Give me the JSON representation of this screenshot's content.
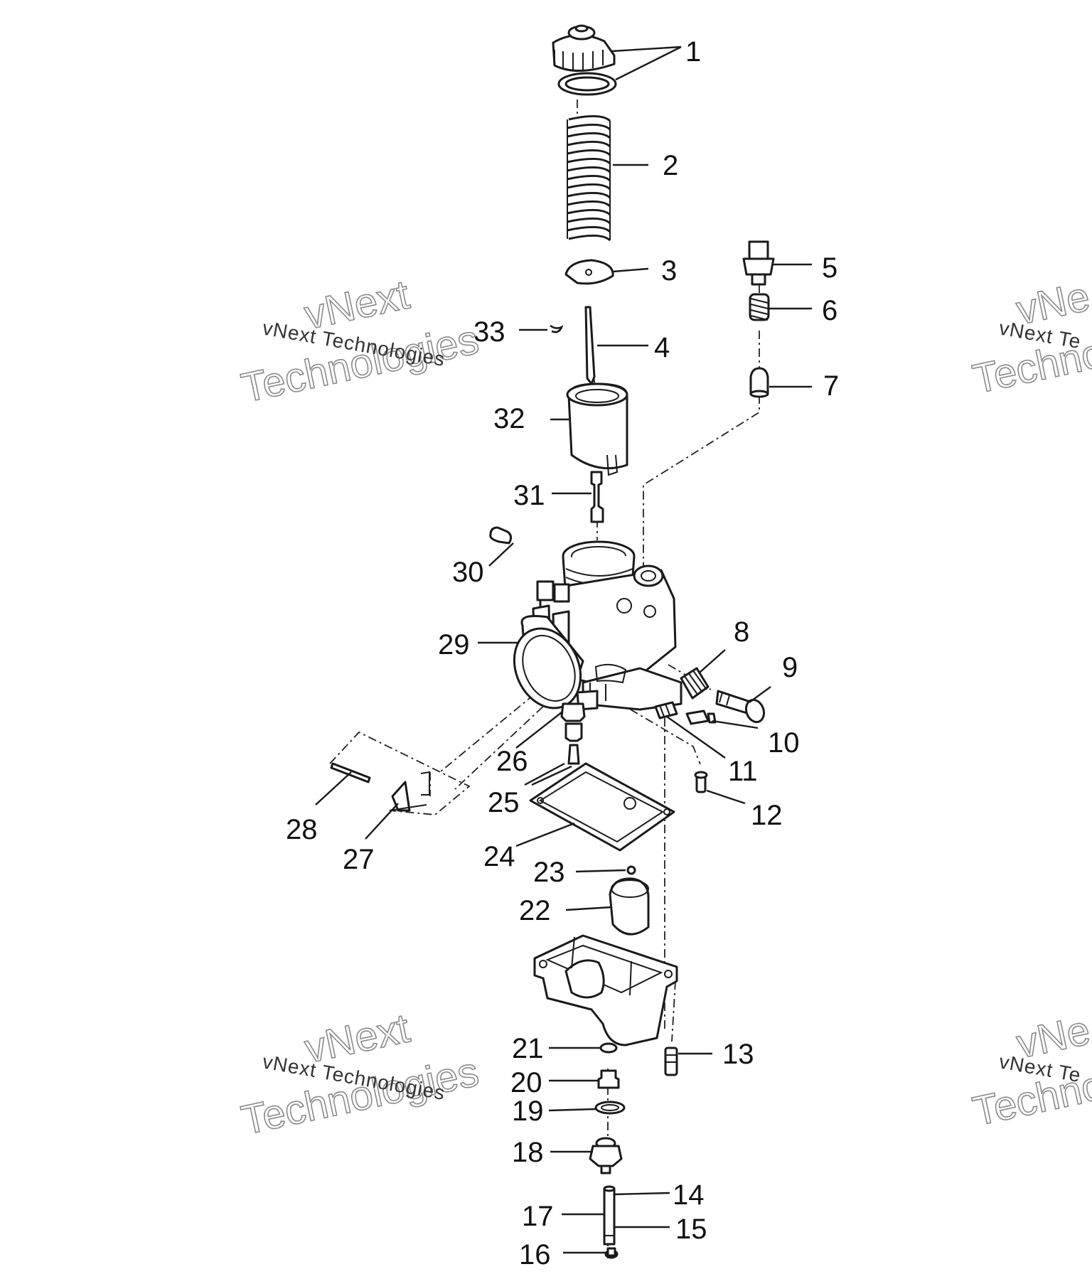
{
  "diagram": {
    "callouts": [
      {
        "id": "c1",
        "text": "1"
      },
      {
        "id": "c2",
        "text": "2"
      },
      {
        "id": "c3",
        "text": "3"
      },
      {
        "id": "c4",
        "text": "4"
      },
      {
        "id": "c5",
        "text": "5"
      },
      {
        "id": "c6",
        "text": "6"
      },
      {
        "id": "c7",
        "text": "7"
      },
      {
        "id": "c8",
        "text": "8"
      },
      {
        "id": "c9",
        "text": "9"
      },
      {
        "id": "c10",
        "text": "10"
      },
      {
        "id": "c11",
        "text": "11"
      },
      {
        "id": "c12",
        "text": "12"
      },
      {
        "id": "c13",
        "text": "13"
      },
      {
        "id": "c14",
        "text": "14"
      },
      {
        "id": "c15",
        "text": "15"
      },
      {
        "id": "c16",
        "text": "16"
      },
      {
        "id": "c17",
        "text": "17"
      },
      {
        "id": "c18",
        "text": "18"
      },
      {
        "id": "c19",
        "text": "19"
      },
      {
        "id": "c20",
        "text": "20"
      },
      {
        "id": "c21",
        "text": "21"
      },
      {
        "id": "c22",
        "text": "22"
      },
      {
        "id": "c23",
        "text": "23"
      },
      {
        "id": "c24",
        "text": "24"
      },
      {
        "id": "c25",
        "text": "25"
      },
      {
        "id": "c26",
        "text": "26"
      },
      {
        "id": "c27",
        "text": "27"
      },
      {
        "id": "c28",
        "text": "28"
      },
      {
        "id": "c29",
        "text": "29"
      },
      {
        "id": "c30",
        "text": "30"
      },
      {
        "id": "c31",
        "text": "31"
      },
      {
        "id": "c32",
        "text": "32"
      },
      {
        "id": "c33",
        "text": "33"
      }
    ]
  },
  "watermarks": {
    "brand": "vNext Technologies",
    "word_1": "vNext",
    "word_2": "Technologies",
    "partial_brand": "vNext Te",
    "partial_word_1": "vNe",
    "partial_word_2": "Techno"
  },
  "colors": {
    "background": "#ffffff",
    "ink": "#1a1a1a",
    "watermark_outline": "#8a8a8a"
  }
}
